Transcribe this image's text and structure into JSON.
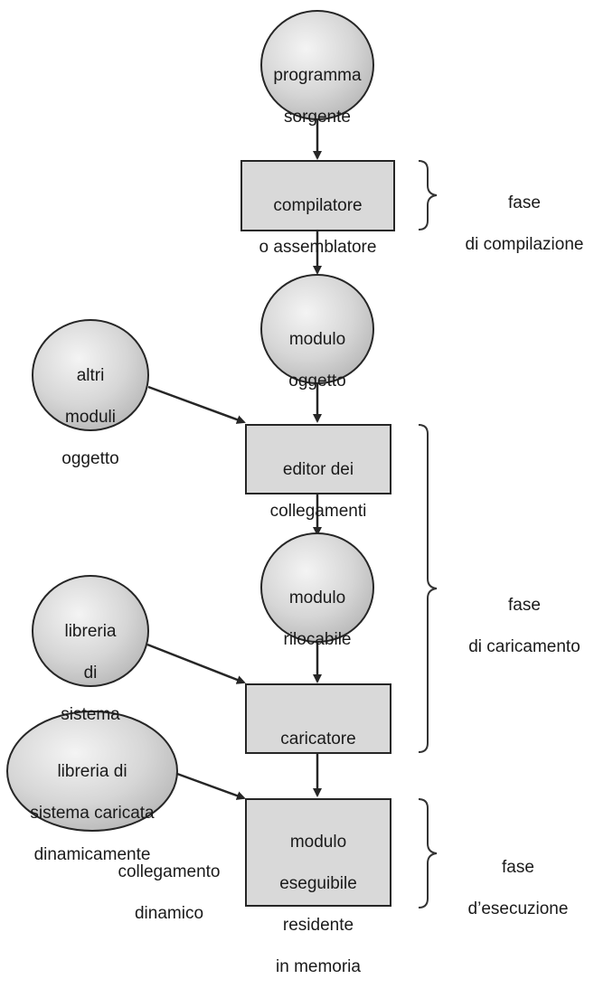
{
  "nodes": {
    "source_program": {
      "label": [
        "programma",
        "sorgente"
      ]
    },
    "compiler": {
      "label": [
        "compilatore",
        "o assemblatore"
      ]
    },
    "object_module": {
      "label": [
        "modulo",
        "oggetto"
      ]
    },
    "other_object_modules": {
      "label": [
        "altri",
        "moduli",
        "oggetto"
      ]
    },
    "linker": {
      "label": [
        "editor dei",
        "collegamenti"
      ]
    },
    "relocatable_module": {
      "label": [
        "modulo",
        "rilocabile"
      ]
    },
    "system_library": {
      "label": [
        "libreria",
        "di",
        "sistema"
      ]
    },
    "loader": {
      "label": [
        "caricatore"
      ]
    },
    "dynamic_system_library": {
      "label": [
        "libreria di",
        "sistema caricata",
        "dinamicamente"
      ]
    },
    "executable_image": {
      "label": [
        "modulo",
        "eseguibile",
        "residente",
        "in memoria"
      ]
    }
  },
  "annotations": {
    "dynamic_linking": [
      "collegamento",
      "dinamico"
    ]
  },
  "phases": {
    "compile": [
      "fase",
      "di compilazione"
    ],
    "load": [
      "fase",
      "di caricamento"
    ],
    "execution": [
      "fase",
      "d’esecuzione"
    ]
  },
  "colors": {
    "shape_fill": "#d9d9d9",
    "shape_stroke": "#262626",
    "arrow": "#262626",
    "brace": "#333333"
  }
}
